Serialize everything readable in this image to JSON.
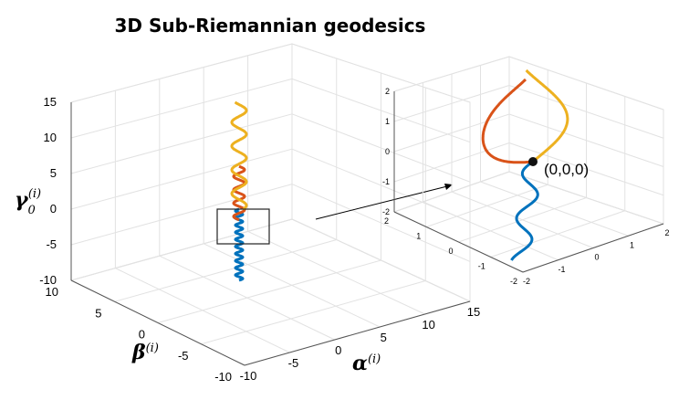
{
  "chart_data": [
    {
      "type": "line",
      "projection": "3d",
      "title": "3D Sub-Riemannian geodesics",
      "xlabel": "α",
      "xlabel_sup": "(i)",
      "ylabel": "β",
      "ylabel_sup": "(i)",
      "zlabel": "γ",
      "zlabel_sub": "0",
      "zlabel_sup": "(i)",
      "xlim": [
        -10,
        15
      ],
      "ylim": [
        -10,
        10
      ],
      "zlim": [
        -10,
        15
      ],
      "xticks": [
        "-10",
        "-5",
        "0",
        "5",
        "10",
        "15"
      ],
      "yticks": [
        "-10",
        "-5",
        "0",
        "5",
        "10"
      ],
      "zticks": [
        "-10",
        "-5",
        "0",
        "5",
        "10",
        "15"
      ],
      "grid": true,
      "series": [
        {
          "color": "#0072BD",
          "z_range": [
            -10,
            0
          ],
          "helix_radius": 0.4,
          "turns": 10
        },
        {
          "color": "#D95319",
          "z_range": [
            -1.5,
            6
          ],
          "helix_radius": 0.6,
          "turns": 4
        },
        {
          "color": "#EDB120",
          "z_range": [
            0,
            15
          ],
          "helix_radius": 0.8,
          "turns": 4.5
        }
      ],
      "inset_box": {
        "x": [
          -1.5,
          1.5
        ],
        "z": [
          -4,
          1.5
        ]
      }
    },
    {
      "type": "line",
      "projection": "3d",
      "role": "zoom inset",
      "xlim": [
        -2,
        2
      ],
      "ylim": [
        -2,
        2
      ],
      "zlim": [
        -2,
        2
      ],
      "xticks": [
        "-2",
        "-1",
        "0",
        "1",
        "2"
      ],
      "yticks": [
        "-2",
        "-1",
        "0",
        "1",
        "2"
      ],
      "zticks": [
        "-2",
        "-1",
        "0",
        "1",
        "2"
      ],
      "grid": true,
      "origin_label": "(0,0,0)",
      "series": [
        {
          "color": "#0072BD",
          "direction": "down",
          "z_range": [
            -2,
            0
          ]
        },
        {
          "color": "#D95319",
          "direction": "up-left",
          "z_range": [
            0,
            2
          ]
        },
        {
          "color": "#EDB120",
          "direction": "up-right",
          "z_range": [
            0,
            2
          ]
        }
      ]
    }
  ]
}
